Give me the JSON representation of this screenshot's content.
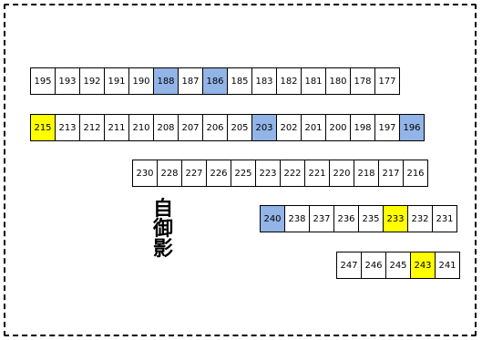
{
  "rows": [
    [
      "195",
      "193",
      "192",
      "191",
      "190",
      "188",
      "187",
      "186",
      "185",
      "183",
      "182",
      "181",
      "180",
      "178",
      "177"
    ],
    [
      "215",
      "213",
      "212",
      "211",
      "210",
      "208",
      "207",
      "206",
      "205",
      "203",
      "202",
      "201",
      "200",
      "198",
      "197",
      "196"
    ],
    [
      "230",
      "228",
      "227",
      "226",
      "225",
      "223",
      "222",
      "221",
      "220",
      "218",
      "217",
      "216"
    ],
    [
      "240",
      "238",
      "237",
      "236",
      "235",
      "233",
      "232",
      "231"
    ],
    [
      "247",
      "246",
      "245",
      "243",
      "241"
    ]
  ],
  "highlights": {
    "blue": [
      "188",
      "186",
      "203",
      "196",
      "240"
    ],
    "yellow": [
      "215",
      "233",
      "243"
    ],
    "blue_color": "#92b4e6",
    "yellow_color": "#ffff00"
  },
  "label": {
    "line1": "自",
    "line2": "御",
    "line3": "影"
  }
}
